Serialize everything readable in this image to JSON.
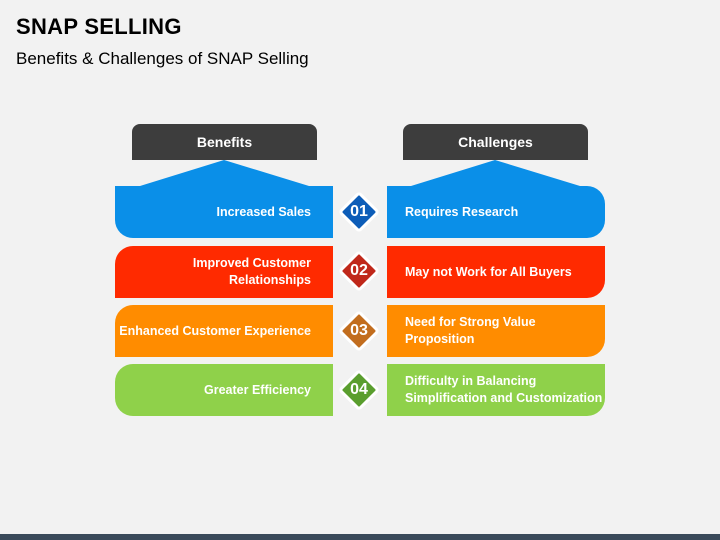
{
  "title": "SNAP SELLING",
  "subtitle": "Benefits & Challenges of SNAP Selling",
  "headers": {
    "left": "Benefits",
    "right": "Challenges"
  },
  "rows": [
    {
      "num": "01",
      "benefit": "Increased Sales",
      "challenge": "Requires Research",
      "color": "#0a8fe8",
      "diamond": "#0d5db8"
    },
    {
      "num": "02",
      "benefit": "Improved Customer Relationships",
      "challenge": "May not Work for All Buyers",
      "color": "#ff2a00",
      "diamond": "#c0281a"
    },
    {
      "num": "03",
      "benefit": "Enhanced Customer Experience",
      "challenge": "Need for Strong Value Proposition",
      "color": "#ff8c00",
      "diamond": "#c26d1e"
    },
    {
      "num": "04",
      "benefit": "Greater Efficiency",
      "challenge": "Difficulty in Balancing Simplification and Customization",
      "color": "#8fd14a",
      "diamond": "#5a9e2e"
    }
  ],
  "colors": {
    "header": "#3d3d3d",
    "background": "#f2f2f2"
  }
}
